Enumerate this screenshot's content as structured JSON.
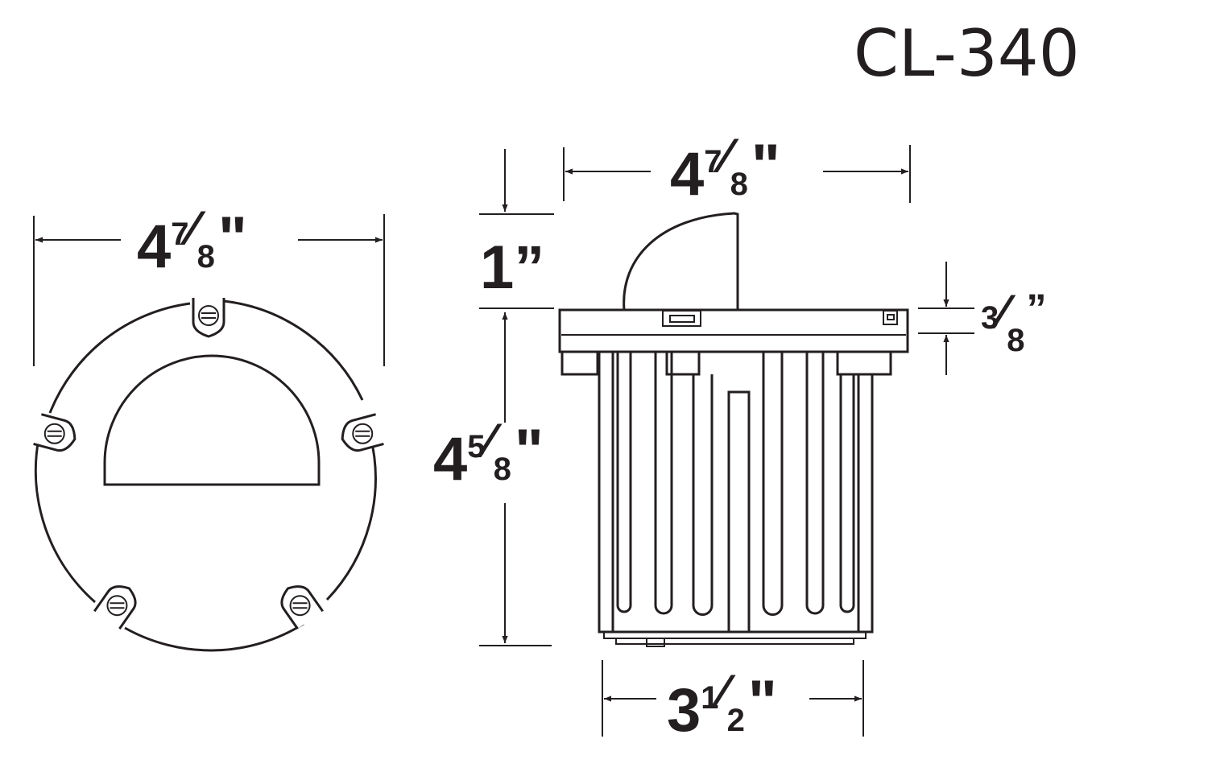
{
  "title": "CL-340",
  "colors": {
    "ink": "#231f20",
    "background": "#ffffff"
  },
  "front_view": {
    "width_dim": {
      "whole": "4",
      "num": "7",
      "den": "8",
      "unit": "\""
    },
    "screws": 5
  },
  "side_view": {
    "width_dim": {
      "whole": "4",
      "num": "7",
      "den": "8",
      "unit": "\""
    },
    "dome_height_dim": {
      "whole": "1",
      "unit": "”"
    },
    "body_height_dim": {
      "whole": "4",
      "num": "5",
      "den": "8",
      "unit": "\""
    },
    "flange_dim": {
      "num": "3",
      "den": "8",
      "unit": "”"
    },
    "base_width_dim": {
      "whole": "3",
      "num": "1",
      "den": "2",
      "unit": "\""
    }
  }
}
